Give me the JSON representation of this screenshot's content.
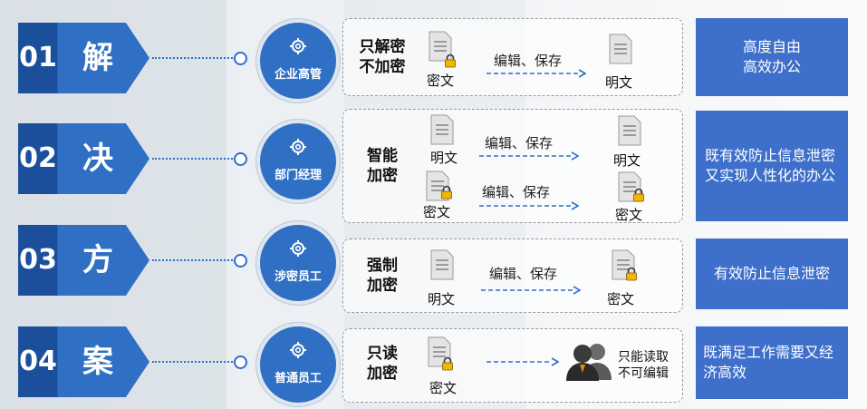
{
  "rows": [
    {
      "num": "01",
      "char": "解",
      "role": "企业高管",
      "panel": {
        "title_line1": "只解密",
        "title_line2": "不加密",
        "top": {
          "from": "密文",
          "action": "编辑、保存",
          "to": "明文"
        }
      },
      "result": "高度自由\n高效办公"
    },
    {
      "num": "02",
      "char": "决",
      "role": "部门经理",
      "panel": {
        "title_line1": "智能",
        "title_line2": "加密",
        "top": {
          "from": "明文",
          "action": "编辑、保存",
          "to": "明文"
        },
        "bottom": {
          "from": "密文",
          "action": "编辑、保存",
          "to": "密文"
        }
      },
      "result": "既有效防止信息泄密又实现人性化的办公"
    },
    {
      "num": "03",
      "char": "方",
      "role": "涉密员工",
      "panel": {
        "title_line1": "强制",
        "title_line2": "加密",
        "top": {
          "from": "明文",
          "action": "编辑、保存",
          "to": "密文"
        }
      },
      "result": "有效防止信息泄密"
    },
    {
      "num": "04",
      "char": "案",
      "role": "普通员工",
      "panel": {
        "title_line1": "只读",
        "title_line2": "加密",
        "top": {
          "from": "密文",
          "to_line1": "只能读取",
          "to_line2": "不可编辑"
        }
      },
      "result": "既满足工作需要又经济高效"
    }
  ],
  "colors": {
    "dark_blue": "#1b4f9b",
    "blue": "#2f6fc4",
    "result_blue": "#3d6fcb",
    "lock_yellow": "#f2b600"
  },
  "icons": [
    "gear-icon",
    "document-icon",
    "lock-icon",
    "users-icon",
    "arrow-right-icon"
  ]
}
